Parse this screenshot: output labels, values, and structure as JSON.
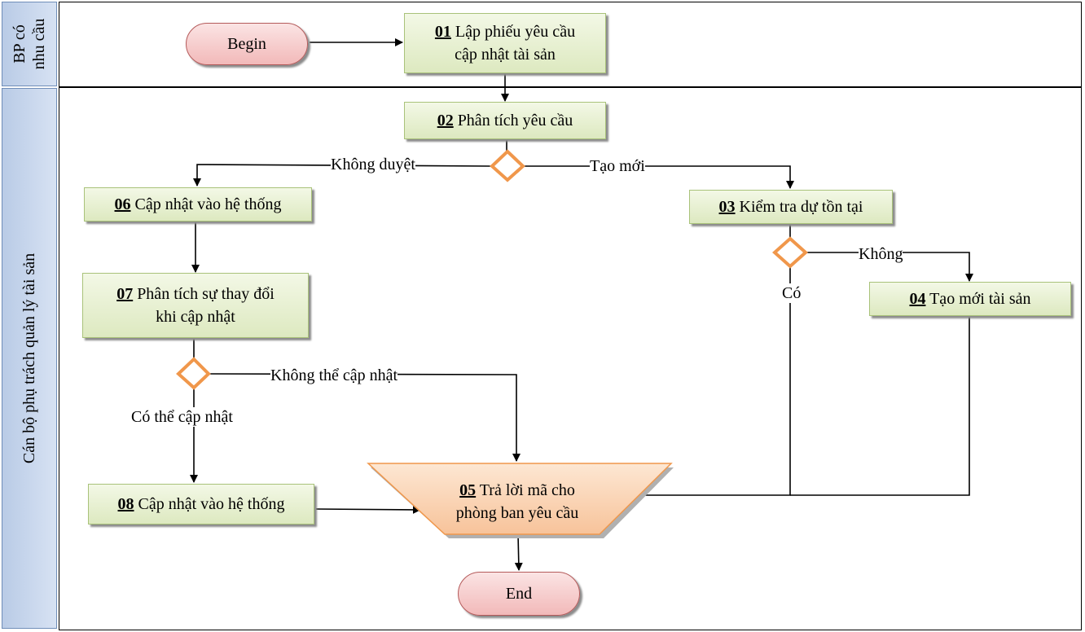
{
  "lanes": [
    {
      "label_line1": "BP có",
      "label_line2": "nhu cầu"
    },
    {
      "label": "Cán bộ phụ trách quản lý tài sản"
    }
  ],
  "nodes": {
    "begin": "Begin",
    "end": "End",
    "s01": {
      "num": "01",
      "line1": "Lập phiếu yêu cầu",
      "line2": "cập nhật tài sản"
    },
    "s02": {
      "num": "02",
      "text": "Phân tích yêu cầu"
    },
    "s03": {
      "num": "03",
      "text": "Kiểm tra dự tồn tại"
    },
    "s04": {
      "num": "04",
      "text": "Tạo mới tài sản"
    },
    "s05": {
      "num": "05",
      "line1": "Trả lời mã cho",
      "line2": "phòng ban yêu cầu"
    },
    "s06": {
      "num": "06",
      "text": "Cập nhật vào hệ thống"
    },
    "s07": {
      "num": "07",
      "line1": "Phân tích sự thay đổi",
      "line2": "khi cập nhật"
    },
    "s08": {
      "num": "08",
      "text": "Cập nhật vào hệ thống"
    }
  },
  "edge_labels": {
    "khong_duyet": "Không duyệt",
    "tao_moi": "Tạo mới",
    "khong": "Không",
    "co": "Có",
    "khong_the_cap_nhat": "Không thể cập nhật",
    "co_the_cap_nhat": "Có thể cập nhật"
  },
  "colors": {
    "task_fill": "#dde9c0",
    "terminator_fill": "#f2b9b9",
    "decision_stroke": "#f0974b",
    "output_fill": "#f9c9a0",
    "lane_header": "#c9d8ee"
  }
}
